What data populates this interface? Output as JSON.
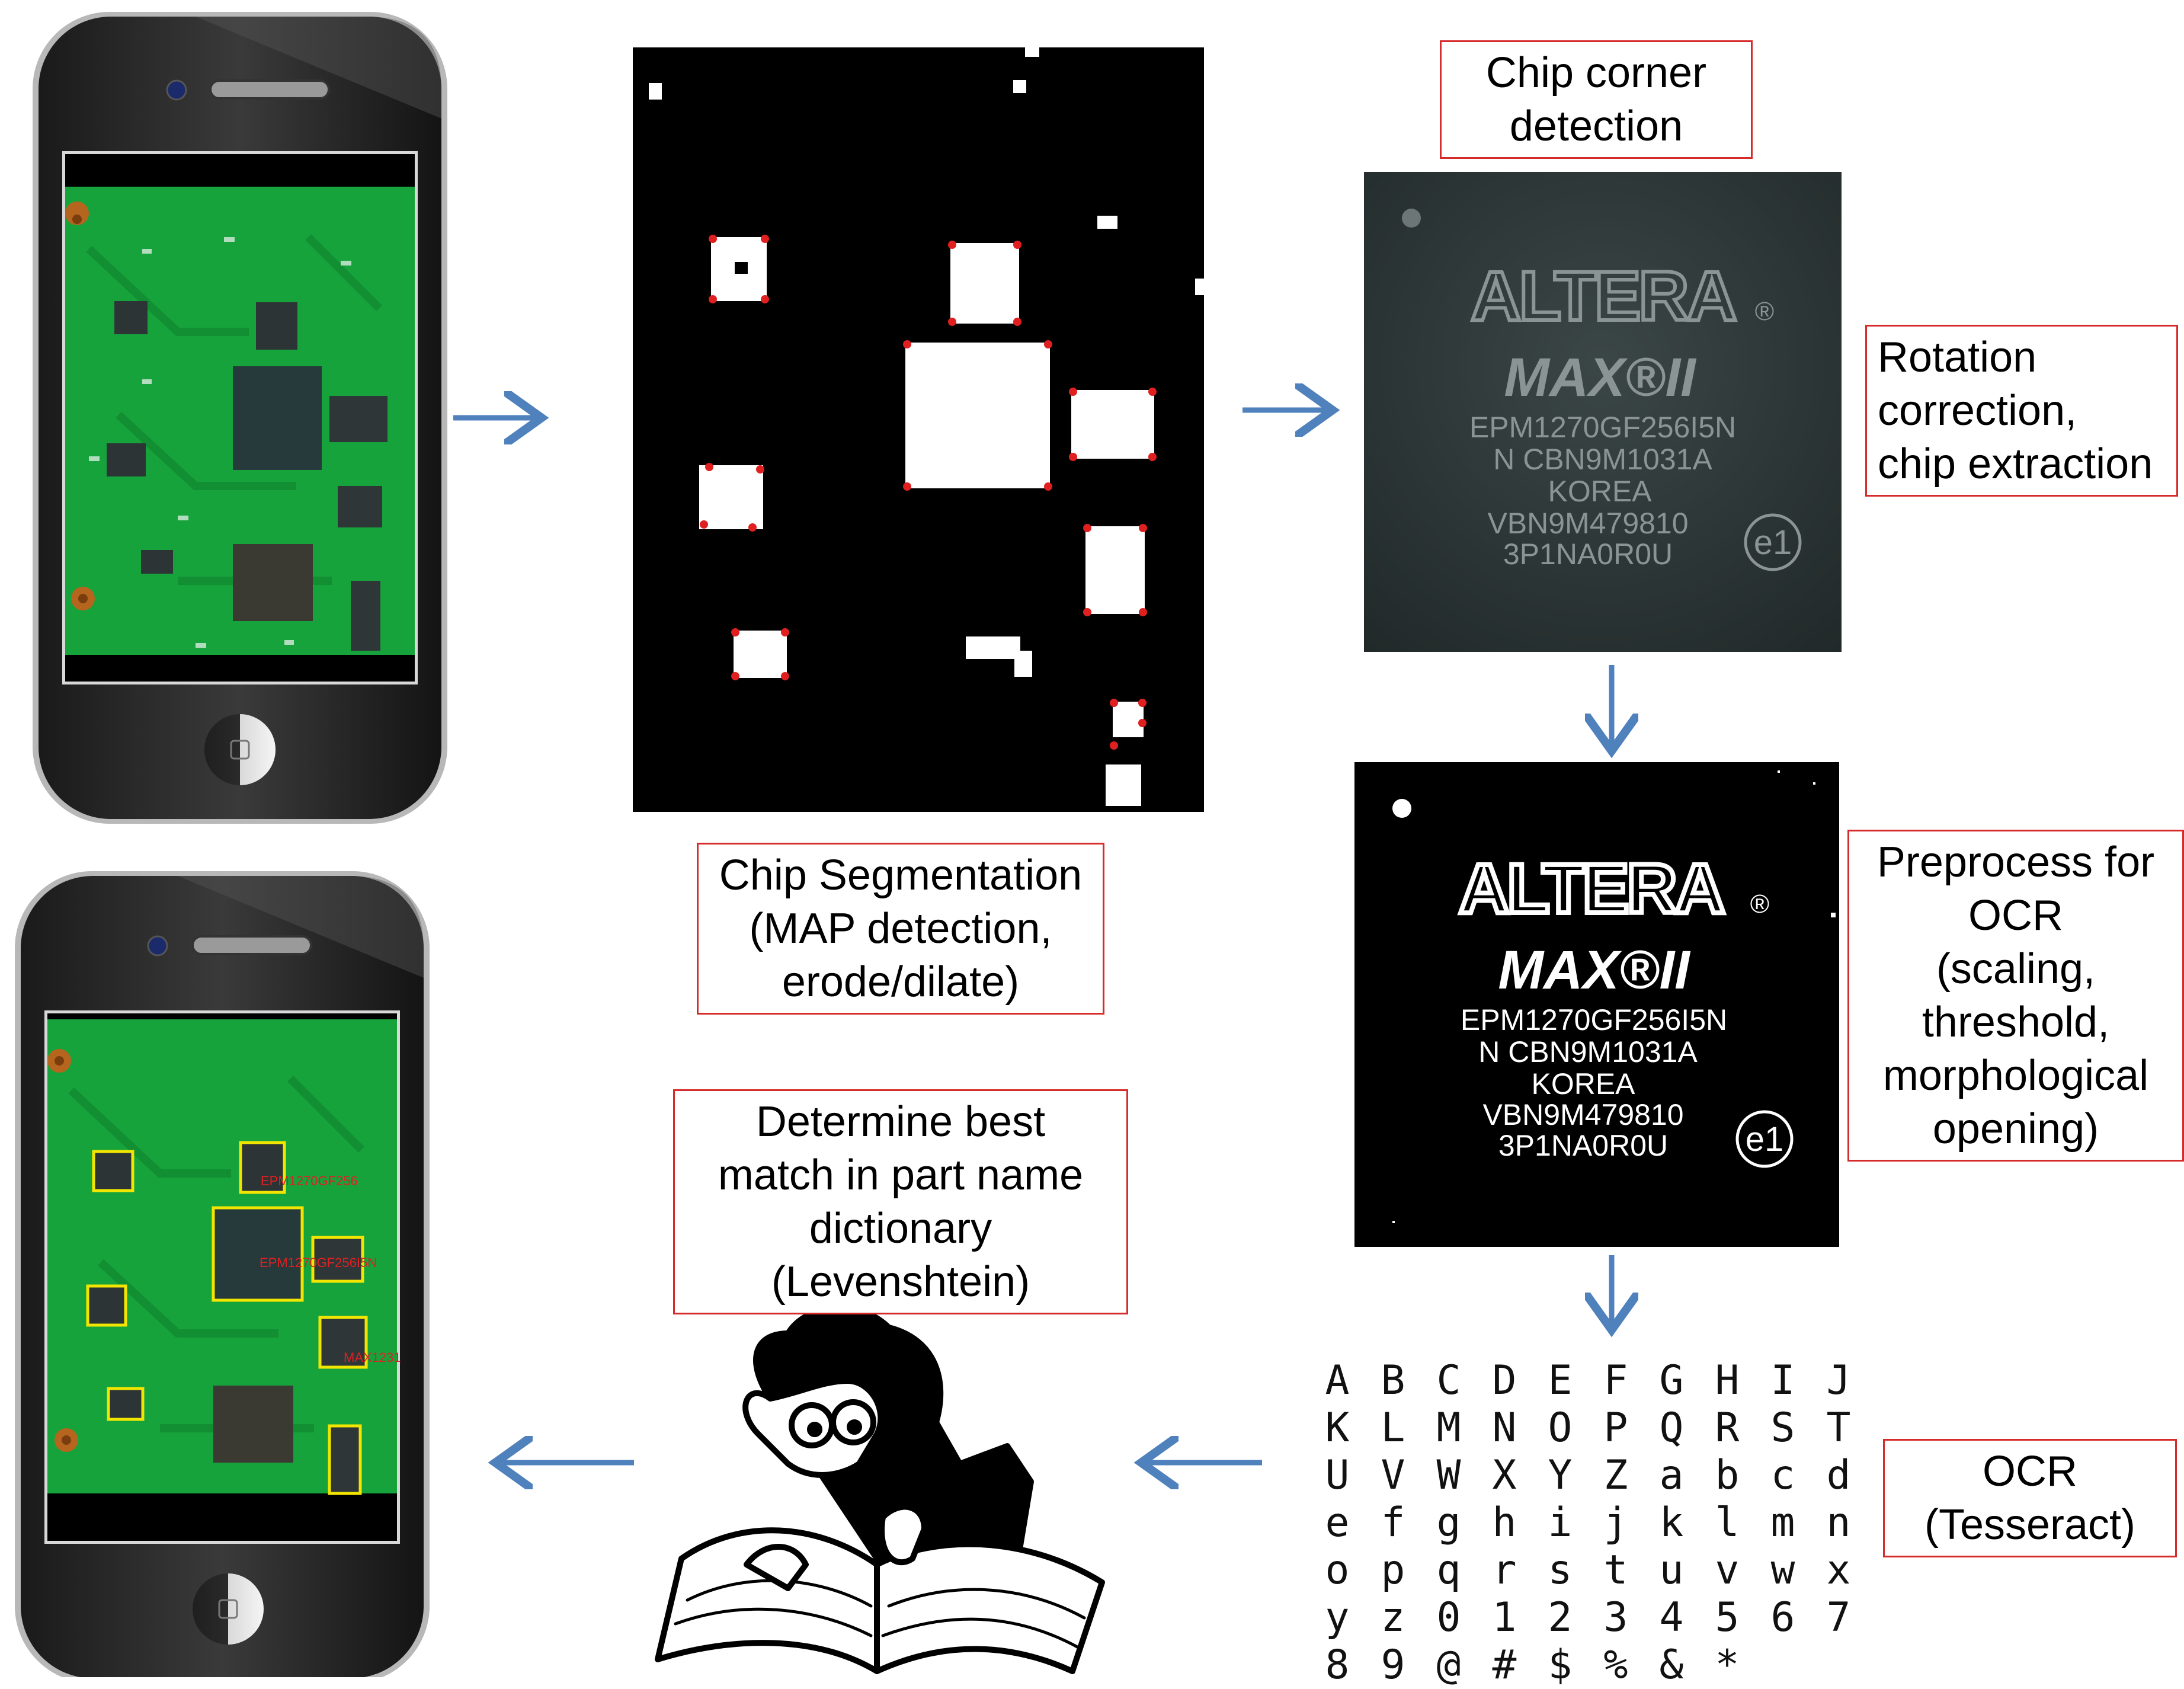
{
  "labels": {
    "chip_corner": [
      "Chip corner",
      "detection"
    ],
    "rotation": [
      "Rotation",
      "correction,",
      "chip extraction"
    ],
    "segmentation": [
      "Chip Segmentation",
      "(MAP detection,",
      "erode/dilate)"
    ],
    "preprocess": [
      "Preprocess for",
      "OCR",
      "(scaling,",
      "threshold,",
      "morphological",
      "opening)"
    ],
    "best_match": [
      "Determine best",
      "match in part name",
      "dictionary",
      "(Levenshtein)"
    ],
    "ocr": [
      "OCR",
      "(Tesseract)"
    ]
  },
  "chip_text": {
    "brand": "ALTERA",
    "registered": "®",
    "family": "MAX®II",
    "lines": [
      "EPM1270GF256I5N",
      "N  CBN9M1031A",
      "KOREA",
      "VBN9M479810",
      "3P1NA0R0U"
    ],
    "badge": "e1"
  },
  "ocr_chars": [
    [
      "A",
      "B",
      "C",
      "D",
      "E",
      "F",
      "G",
      "H",
      "I",
      "J"
    ],
    [
      "K",
      "L",
      "M",
      "N",
      "O",
      "P",
      "Q",
      "R",
      "S",
      "T"
    ],
    [
      "U",
      "V",
      "W",
      "X",
      "Y",
      "Z",
      "a",
      "b",
      "c",
      "d"
    ],
    [
      "e",
      "f",
      "g",
      "h",
      "i",
      "j",
      "k",
      "l",
      "m",
      "n"
    ],
    [
      "o",
      "p",
      "q",
      "r",
      "s",
      "t",
      "u",
      "v",
      "w",
      "x"
    ],
    [
      "y",
      "z",
      "0",
      "1",
      "2",
      "3",
      "4",
      "5",
      "6",
      "7"
    ],
    [
      "8",
      "9",
      "@",
      "#",
      "$",
      "%",
      "&",
      "*"
    ]
  ],
  "result_labels": [
    "EPM1270GF256",
    "EPM1270GF256I5N",
    "MAX1231"
  ],
  "colors": {
    "label_border": "#d62b2b",
    "arrow": "#4f81bd",
    "pcb": "#14a33a",
    "chip_dark": "#2a3233",
    "highlight": "#f2e600"
  }
}
